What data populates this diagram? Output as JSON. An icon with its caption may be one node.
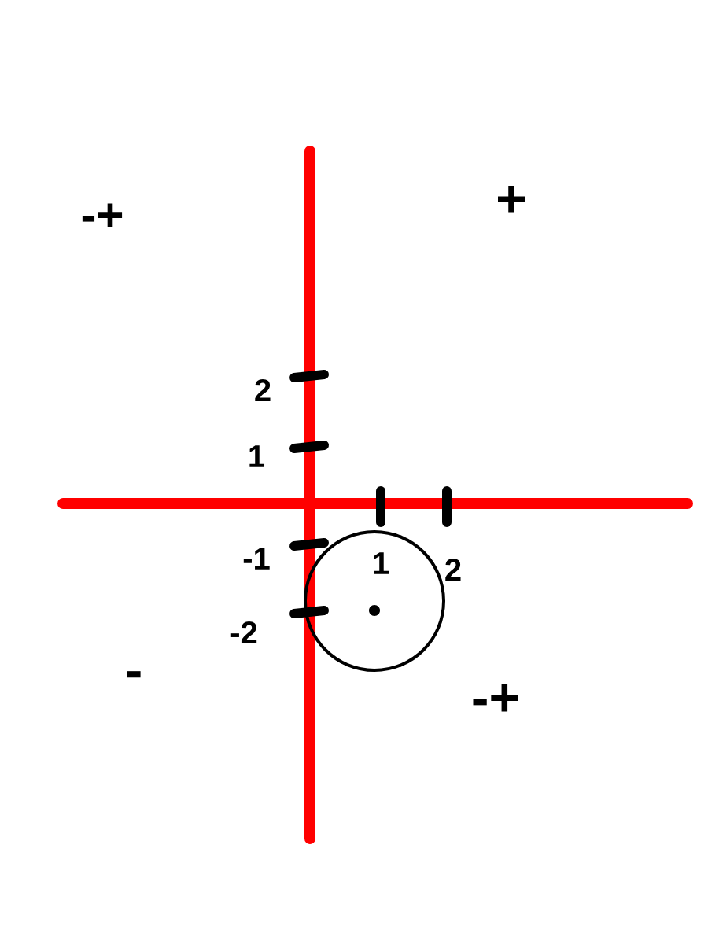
{
  "diagram": {
    "labels": [
      "-+",
      "+",
      "2",
      "1",
      "-1",
      "1",
      "2",
      "-2",
      "-",
      "-+"
    ]
  }
}
